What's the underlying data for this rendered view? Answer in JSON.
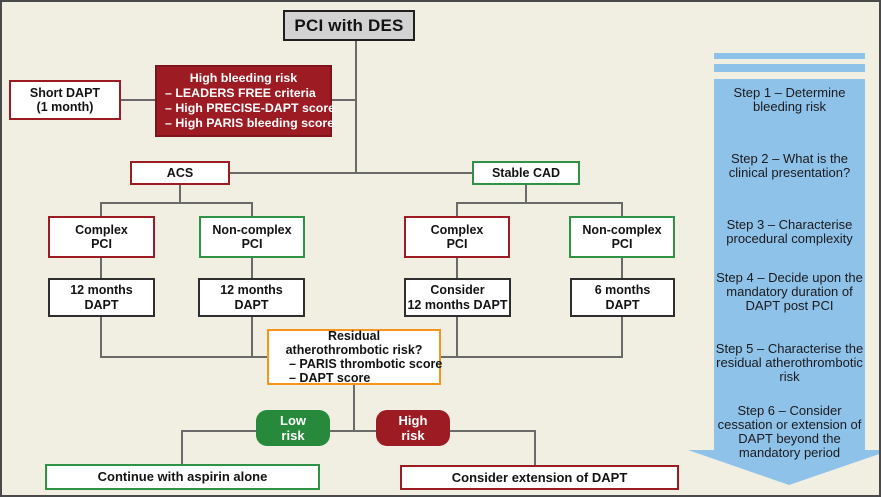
{
  "nodes": {
    "pci_des": {
      "label": "PCI with DES"
    },
    "short_dapt": {
      "lines": [
        "Short DAPT",
        "(1 month)"
      ]
    },
    "high_bleeding_risk": {
      "title": "High bleeding risk",
      "bullets": [
        "– LEADERS FREE criteria",
        "– High PRECISE-DAPT score",
        "– High PARIS bleeding score"
      ]
    },
    "acs": {
      "label": "ACS"
    },
    "stable_cad": {
      "label": "Stable CAD"
    },
    "complex_pci_acs": {
      "lines": [
        "Complex",
        "PCI"
      ]
    },
    "non_complex_pci_acs": {
      "lines": [
        "Non-complex",
        "PCI"
      ]
    },
    "complex_pci_cad": {
      "lines": [
        "Complex",
        "PCI"
      ]
    },
    "non_complex_pci_cad": {
      "lines": [
        "Non-complex",
        "PCI"
      ]
    },
    "dapt_12_acs_complex": {
      "lines": [
        "12 months",
        "DAPT"
      ]
    },
    "dapt_12_acs_noncomplex": {
      "lines": [
        "12 months",
        "DAPT"
      ]
    },
    "dapt_consider_12": {
      "lines": [
        "Consider",
        "12 months DAPT"
      ]
    },
    "dapt_6": {
      "lines": [
        "6 months",
        "DAPT"
      ]
    },
    "residual_risk": {
      "title_lines": [
        "Residual",
        "atherothrombotic risk?"
      ],
      "bullets": [
        "– PARIS thrombotic score",
        "– DAPT score"
      ]
    },
    "low_risk": {
      "lines": [
        "Low",
        "risk"
      ]
    },
    "high_risk": {
      "lines": [
        "High",
        "risk"
      ]
    },
    "continue_aspirin": {
      "label": "Continue with aspirin alone"
    },
    "consider_extension": {
      "label": "Consider extension of DAPT"
    }
  },
  "steps": [
    "Step 1 – Determine bleeding risk",
    "Step 2 – What is the clinical presentation?",
    "Step 3 – Characterise procedural complexity",
    "Step 4 – Decide upon the mandatory duration of DAPT post PCI",
    "Step 5 – Characterise the residual atherothrombotic risk",
    "Step 6 – Consider cessation or extension of DAPT beyond the mandatory period"
  ],
  "colors": {
    "background": "#f1efe1",
    "dark_red": "#9d1c24",
    "dark_red_border": "#7f141d",
    "green": "#27893b",
    "green_border": "#2f9245",
    "orange": "#f7941d",
    "blue_arrow": "#8fc2e9",
    "gray_fill": "#d2d2d2",
    "line": "#6a6a6a"
  }
}
